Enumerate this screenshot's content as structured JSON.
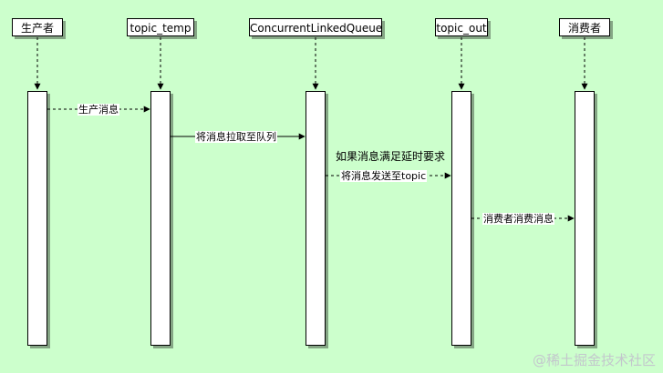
{
  "participants": [
    {
      "id": "producer",
      "label": "生产者"
    },
    {
      "id": "topic_temp",
      "label": "topic_temp"
    },
    {
      "id": "queue",
      "label": "ConcurrentLinkedQueue"
    },
    {
      "id": "topic_out",
      "label": "topic_out"
    },
    {
      "id": "consumer",
      "label": "消费者"
    }
  ],
  "messages": [
    {
      "label": "生产消息",
      "from": "producer",
      "to": "topic_temp",
      "style": "dashed"
    },
    {
      "label": "将消息拉取至队列",
      "from": "topic_temp",
      "to": "queue",
      "style": "solid"
    },
    {
      "label": "将消息发送至topic",
      "from": "queue",
      "to": "topic_out",
      "style": "dashed"
    },
    {
      "label": "消费者消费消息",
      "from": "topic_out",
      "to": "consumer",
      "style": "dashed"
    }
  ],
  "note": "如果消息满足延时要求",
  "watermark": "@稀土掘金技术社区",
  "colors": {
    "background": "#ccffcc",
    "box": "#ffffff",
    "line": "#000000"
  }
}
